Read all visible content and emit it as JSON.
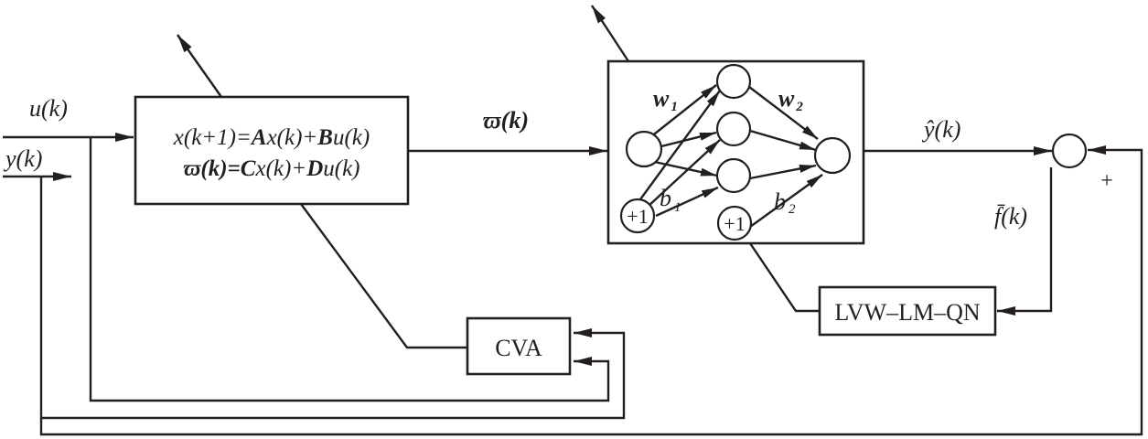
{
  "signals": {
    "input_u": "u(k)",
    "input_y": "y(k)",
    "state_output": "ϖ(k)",
    "nn_output": "ŷ(k)",
    "residual": "f̄(k)",
    "plus_sign": "+"
  },
  "blocks": {
    "state_space": {
      "line1": "x(k+1)=Ax(k)+Bu(k)",
      "line1_parts": [
        "x(k+1)=",
        "A",
        "x(k)+",
        "B",
        "u(k)"
      ],
      "line2_parts": [
        "ϖ(k)=",
        "C",
        "x(k)+",
        "D",
        "u(k)"
      ]
    },
    "cva": {
      "label": "CVA"
    },
    "trainer": {
      "label": "LVW–LM–QN"
    },
    "neural_network": {
      "weight1": "w",
      "weight1_sub": "1",
      "weight2": "w",
      "weight2_sub": "2",
      "bias1": "b",
      "bias1_sub": "1",
      "bias2": "b",
      "bias2_sub": "2",
      "bias_node_label": "+1"
    }
  }
}
